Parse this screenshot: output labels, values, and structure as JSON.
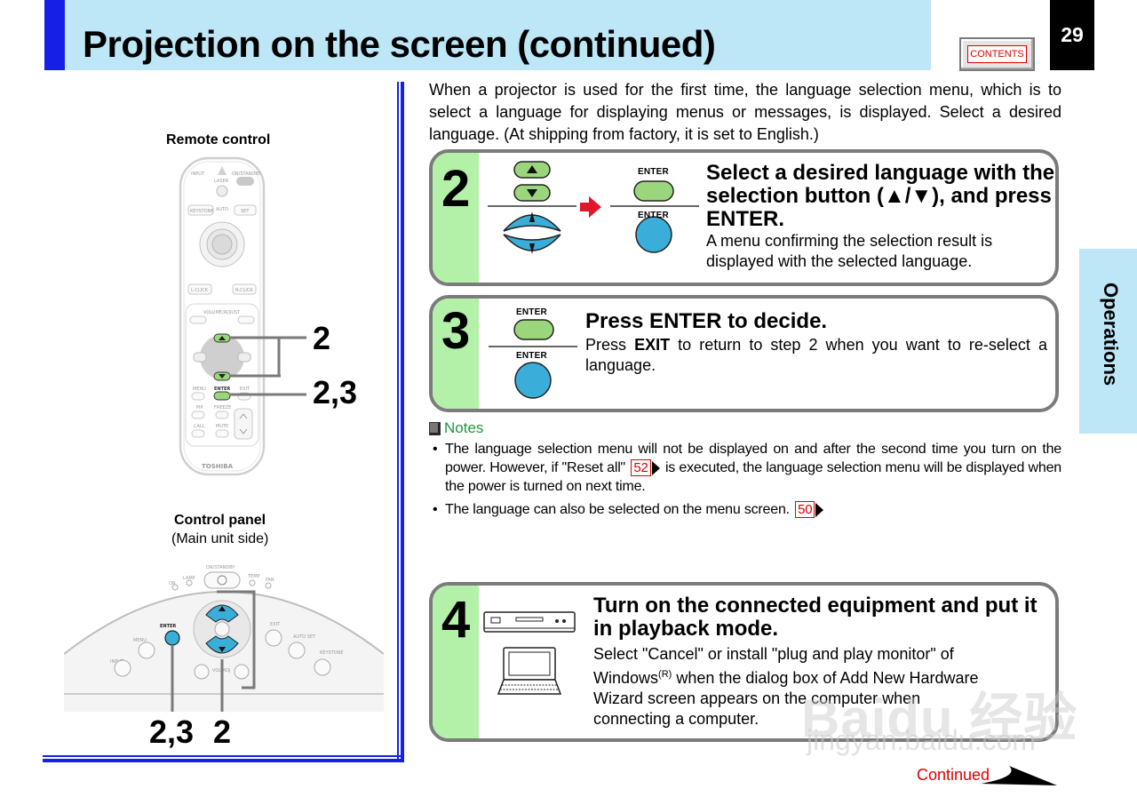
{
  "header": {
    "title": "Projection on the screen (continued)",
    "contents_label": "CONTENTS",
    "page_number": "29"
  },
  "side_tab": {
    "label": "Operations"
  },
  "left": {
    "remote_label": "Remote control",
    "remote_callout_top": "2",
    "remote_callout_bottom": "2,3",
    "remote_brand": "TOSHIBA",
    "panel_label": "Control panel",
    "panel_sublabel": "(Main unit side)",
    "panel_callout_left": "2,3",
    "panel_callout_right": "2",
    "remote_keys": [
      "INPUT",
      "ON/STANDBY",
      "LASER",
      "KEYSTONE",
      "AUTO",
      "SET",
      "L-CLICK",
      "R-CLICK",
      "VOLUME/ADJUST",
      "MENU",
      "ENTER",
      "EXIT",
      "PIP",
      "FREEZE",
      "CALL",
      "MUTE"
    ],
    "panel_keys": [
      "ON/STANDBY",
      "ON",
      "LAMP",
      "TEMP",
      "FAN",
      "ENTER",
      "MENU",
      "INPUT",
      "EXIT",
      "AUTO SET",
      "KEYSTONE",
      "VOL/ADJ"
    ]
  },
  "intro": "When a projector is used for the first time, the language selection menu, which is to select a language for displaying menus or messages, is displayed.  Select a desired language.  (At shipping from factory, it is set to English.)",
  "steps": [
    {
      "number": "2",
      "title": "Select a desired language with the selection button (▲/▼), and press ENTER.",
      "body": "A menu confirming the selection result is displayed with the selected language.",
      "enter_top": "ENTER",
      "enter_bottom": "ENTER"
    },
    {
      "number": "3",
      "title": "Press ENTER to decide.",
      "body_pre": "Press ",
      "body_bold": "EXIT",
      "body_post": " to return to step 2 when you want to re-select a language.",
      "enter_top": "ENTER",
      "enter_bottom": "ENTER"
    },
    {
      "number": "4",
      "title": "Turn on the connected equipment and put it in playback mode.",
      "body_a": "Select \"Cancel\" or install \"plug and play monitor\" of Windows",
      "body_sup": "(R)",
      "body_b": " when the dialog box of Add New Hardware Wizard screen appears on the computer when connecting a computer."
    }
  ],
  "notes": {
    "title": "Notes",
    "items": [
      {
        "pre": "The language selection menu will not be displayed on and after the second time you turn on the power. However, if \"Reset all\"",
        "ref": "52",
        "post": "is executed, the language selection menu will be displayed when the power is turned on next time."
      },
      {
        "pre": "The language can also be selected on the menu screen.",
        "ref": "50",
        "post": ""
      }
    ]
  },
  "footer": {
    "continued": "Continued"
  },
  "watermark": {
    "line1": "Baidu 经验",
    "line2": "jingyan.baidu.com"
  },
  "colors": {
    "header_band": "#bde7f6",
    "accent_blue": "#1520e6",
    "step_band": "#b3f0a8",
    "enter_green": "#9bd67d",
    "enter_blue": "#3aaed8",
    "arrow_red": "#e0162b",
    "notes_green": "#189a3c",
    "ref_red": "#dd0000"
  }
}
